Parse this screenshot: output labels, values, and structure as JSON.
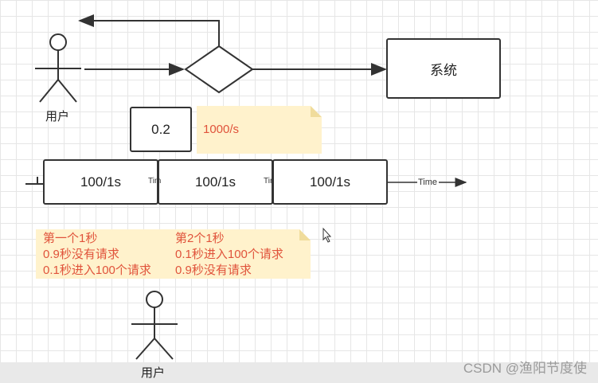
{
  "diagram": {
    "actor_top_label": "用户",
    "actor_bottom_label": "用户",
    "system_label": "系统",
    "rate_box_value": "0.2",
    "rate_note": "1000/s",
    "windows": [
      "100/1s",
      "100/1s",
      "100/1s"
    ],
    "time_tick_a": "Tim",
    "time_tick_b": "Tir",
    "time_axis_label": "Time",
    "note_second_1": {
      "title": "第一个1秒",
      "line1": "0.9秒没有请求",
      "line2": "0.1秒进入100个请求"
    },
    "note_second_2": {
      "title": "第2个1秒",
      "line1": "0.1秒进入100个请求",
      "line2": "0.9秒没有请求"
    },
    "watermark": "CSDN @渔阳节度使"
  },
  "colors": {
    "stroke": "#333333",
    "note_bg": "#fff2cc",
    "note_text": "#e0533b"
  }
}
